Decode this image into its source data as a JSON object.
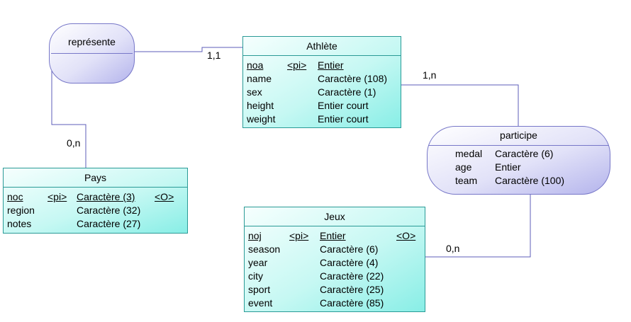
{
  "entities": {
    "athlete": {
      "name": "Athlète",
      "attributes": [
        {
          "name": "noa",
          "key": "<pi>",
          "type": "Entier",
          "extra": ""
        },
        {
          "name": "name",
          "key": "",
          "type": "Caractère (108)",
          "extra": ""
        },
        {
          "name": "sex",
          "key": "",
          "type": "Caractère (1)",
          "extra": ""
        },
        {
          "name": "height",
          "key": "",
          "type": "Entier court",
          "extra": ""
        },
        {
          "name": "weight",
          "key": "",
          "type": "Entier court",
          "extra": ""
        }
      ]
    },
    "pays": {
      "name": "Pays",
      "attributes": [
        {
          "name": "noc",
          "key": "<pi>",
          "type": "Caractère (3)",
          "extra": "<O>"
        },
        {
          "name": "region",
          "key": "",
          "type": "Caractère (32)",
          "extra": ""
        },
        {
          "name": "notes",
          "key": "",
          "type": "Caractère (27)",
          "extra": ""
        }
      ]
    },
    "jeux": {
      "name": "Jeux",
      "attributes": [
        {
          "name": "noj",
          "key": "<pi>",
          "type": "Entier",
          "extra": "<O>"
        },
        {
          "name": "season",
          "key": "",
          "type": "Caractère (6)",
          "extra": ""
        },
        {
          "name": "year",
          "key": "",
          "type": "Caractère (4)",
          "extra": ""
        },
        {
          "name": "city",
          "key": "",
          "type": "Caractère (22)",
          "extra": ""
        },
        {
          "name": "sport",
          "key": "",
          "type": "Caractère (25)",
          "extra": ""
        },
        {
          "name": "event",
          "key": "",
          "type": "Caractère (85)",
          "extra": ""
        }
      ]
    }
  },
  "associations": {
    "represente": {
      "name": "représente",
      "attributes": []
    },
    "participe": {
      "name": "participe",
      "attributes": [
        {
          "name": "medal",
          "type": "Caractère (6)"
        },
        {
          "name": "age",
          "type": "Entier"
        },
        {
          "name": "team",
          "type": "Caractère (100)"
        }
      ]
    }
  },
  "cardinalities": {
    "represente_athlete": "1,1",
    "represente_pays": "0,n",
    "participe_athlete": "1,n",
    "participe_jeux": "0,n"
  },
  "colors": {
    "entity_border": "#2a9a96",
    "entity_fill": "#c6f8f3",
    "association_border": "#7777c8",
    "association_fill": "#e2e2f8",
    "link": "#5c5cb8"
  }
}
